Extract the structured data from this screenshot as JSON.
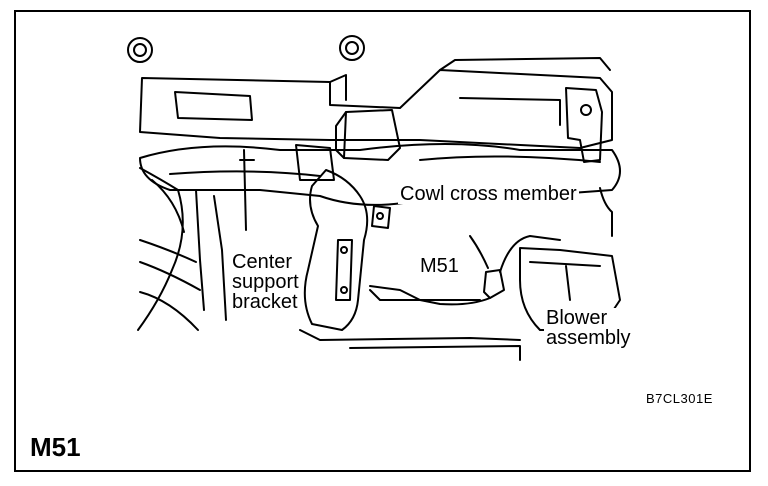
{
  "figure": {
    "title": "M51",
    "code": "B7CL301E",
    "labels": {
      "cowl": "Cowl cross member",
      "center_line1": "Center",
      "center_line2": "support",
      "center_line3": "bracket",
      "m51": "M51",
      "blower_line1": "Blower",
      "blower_line2": "assembly"
    }
  }
}
